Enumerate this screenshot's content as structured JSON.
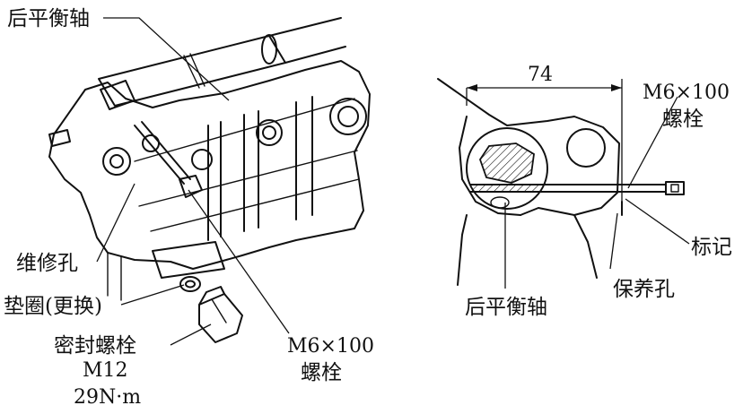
{
  "left_figure": {
    "labels": {
      "rear_balance_shaft": "后平衡轴",
      "service_hole": "维修孔",
      "washer": "垫圈(更换)",
      "sealing_bolt": "密封螺栓",
      "bolt_size": "M12",
      "torque": "29N·m",
      "m6_bolt_spec": "M6×100",
      "m6_bolt_word": "螺栓"
    }
  },
  "right_figure": {
    "labels": {
      "dimension": "74",
      "m6_bolt_spec": "M6×100",
      "m6_bolt_word": "螺栓",
      "marker": "标记",
      "rear_balance_shaft": "后平衡轴",
      "maintenance_hole": "保养孔"
    }
  }
}
